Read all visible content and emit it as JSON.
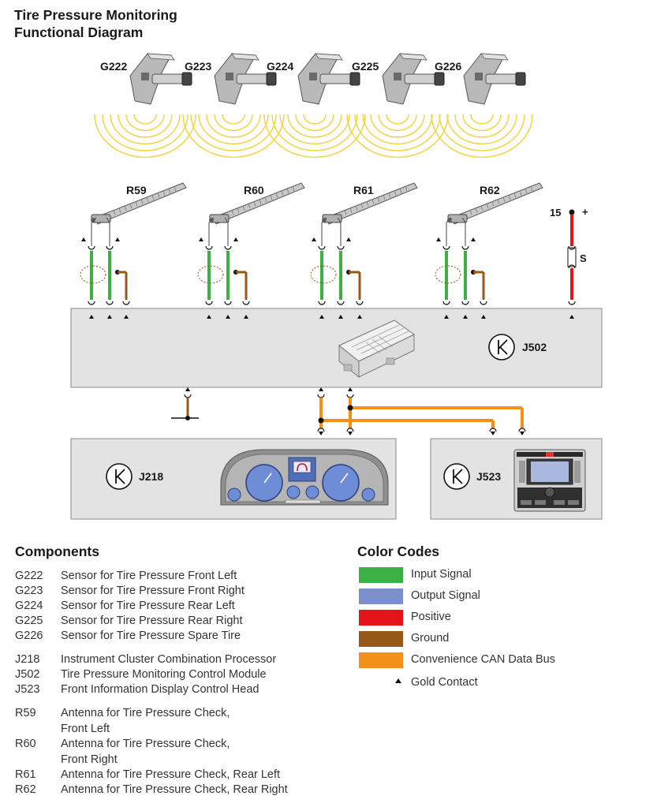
{
  "title_line1": "Tire Pressure Monitoring",
  "title_line2": "Functional Diagram",
  "sensors": [
    "G222",
    "G223",
    "G224",
    "G225",
    "G226"
  ],
  "antennas": [
    "R59",
    "R60",
    "R61",
    "R62"
  ],
  "terminal_label": "15",
  "terminal_plus": "+",
  "fuse_label": "S",
  "modules": {
    "j502": "J502",
    "j218": "J218",
    "j523": "J523"
  },
  "components_heading": "Components",
  "components": [
    {
      "code": "G222",
      "desc": "Sensor for Tire Pressure Front Left"
    },
    {
      "code": "G223",
      "desc": "Sensor for Tire Pressure Front Right"
    },
    {
      "code": "G224",
      "desc": "Sensor for Tire Pressure Rear Left"
    },
    {
      "code": "G225",
      "desc": "Sensor for Tire Pressure Rear Right"
    },
    {
      "code": "G226",
      "desc": "Sensor for Tire Pressure Spare Tire"
    },
    {
      "code": "J218",
      "desc": "Instrument Cluster Combination Processor"
    },
    {
      "code": "J502",
      "desc": "Tire Pressure Monitoring Control Module"
    },
    {
      "code": "J523",
      "desc": "Front Information Display Control Head"
    },
    {
      "code": "R59",
      "desc": "Antenna for Tire Pressure Check,\nFront Left"
    },
    {
      "code": "R60",
      "desc": "Antenna for Tire Pressure Check,\nFront Right"
    },
    {
      "code": "R61",
      "desc": "Antenna for Tire Pressure Check, Rear Left"
    },
    {
      "code": "R62",
      "desc": "Antenna for Tire Pressure Check, Rear Right"
    }
  ],
  "color_codes_heading": "Color Codes",
  "color_codes": [
    {
      "label": "Input Signal",
      "color": "#3cb043"
    },
    {
      "label": "Output Signal",
      "color": "#7a8fcb"
    },
    {
      "label": "Positive",
      "color": "#e3151b"
    },
    {
      "label": "Ground",
      "color": "#96591a"
    },
    {
      "label": "Convenience CAN Data Bus",
      "color": "#f39019"
    }
  ],
  "gold_contact_label": "Gold Contact",
  "colors": {
    "module_fill": "#e3e3e3",
    "module_stroke": "#8a8a8a",
    "wave": "#f3d23a"
  }
}
